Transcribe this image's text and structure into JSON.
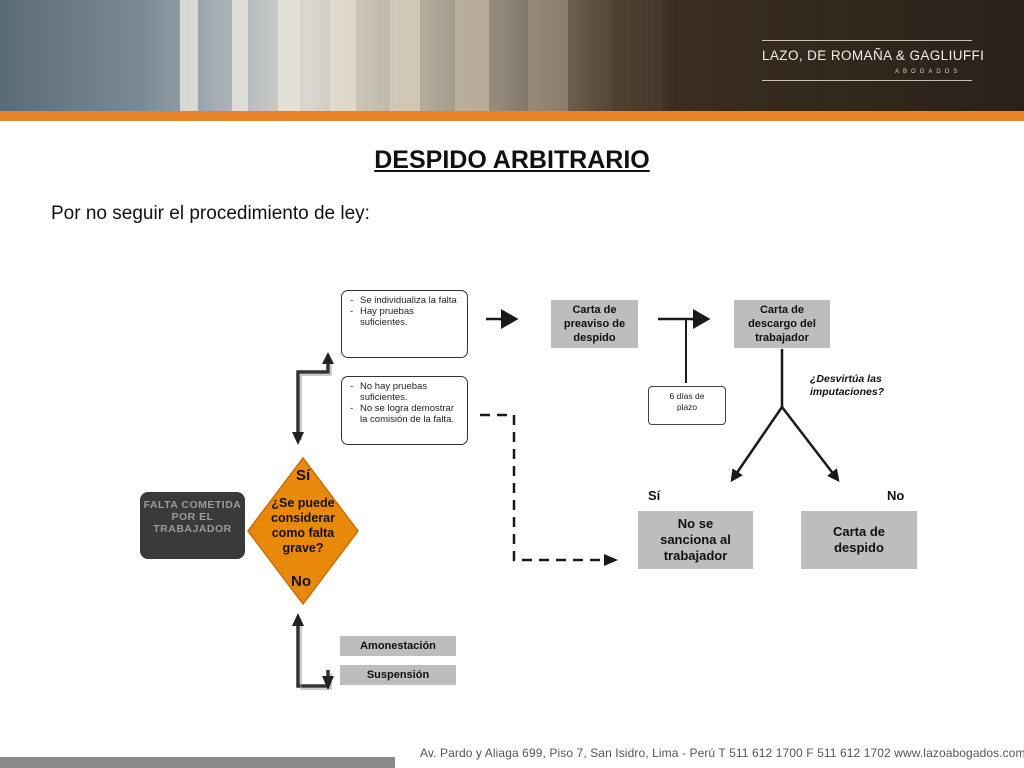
{
  "header": {
    "firm_name": "LAZO, DE ROMAÑA & GAGLIUFFI",
    "firm_sub": "ABOGADOS",
    "accent": "#e8832a"
  },
  "title": "DESPIDO ARBITRARIO",
  "subtitle": "Por no seguir el procedimiento de ley:",
  "diagram": {
    "start": "FALTA COMETIDA POR EL TRABAJADOR",
    "decision": {
      "yes": "Sí",
      "question": "¿Se puede considerar como falta grave?",
      "no": "No"
    },
    "yes_case": [
      "Se individualiza la falta",
      "Hay pruebas suficientes."
    ],
    "no_case": [
      "No hay pruebas suficientes.",
      "No se logra demostrar la comisión de la falta."
    ],
    "carta_preaviso": "Carta de preaviso de despido",
    "plazo": "6 días de plazo",
    "carta_descargo": "Carta de descargo del trabajador",
    "question2": "¿Desvirtúa las imputaciones?",
    "branch_yes": "Sí",
    "branch_no": "No",
    "no_sanciona": "No se sanciona al trabajador",
    "carta_despido": "Carta de despido",
    "amonestacion": "Amonestación",
    "suspension": "Suspensión"
  },
  "footer": "Av. Pardo y Aliaga 699, Piso 7, San Isidro, Lima - Perú   T 511 612 1700   F 511 612 1702   www.lazoabogados.com.pe"
}
